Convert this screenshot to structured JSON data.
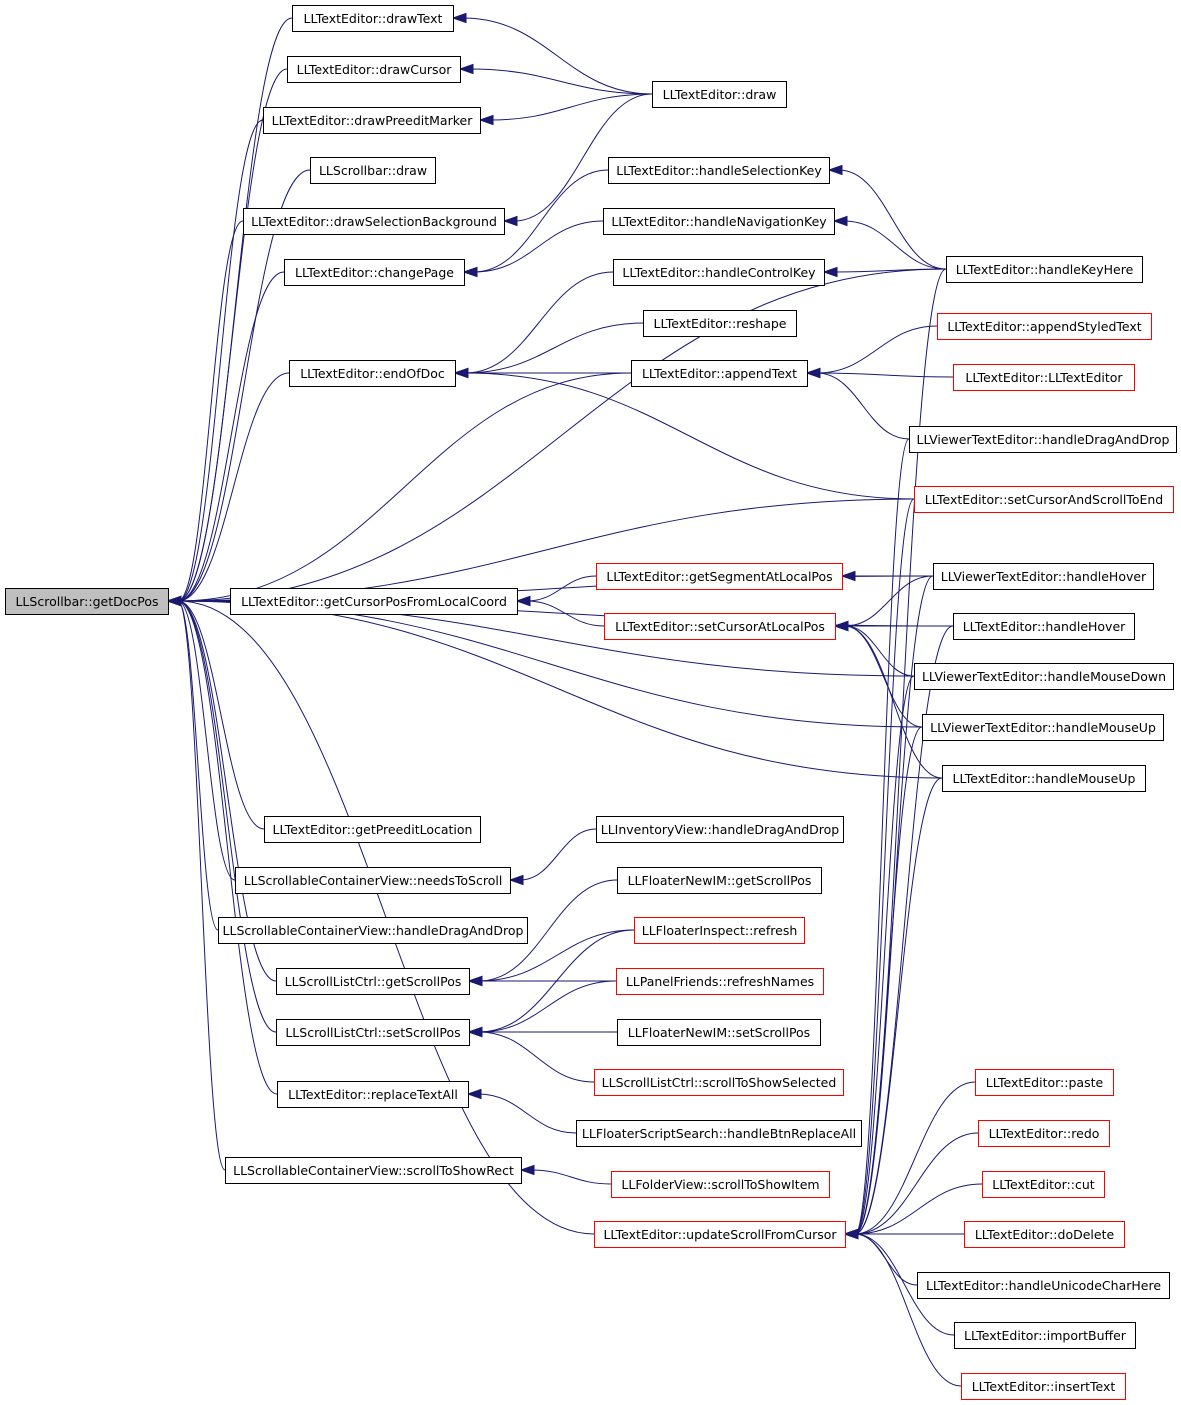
{
  "diagram": {
    "colors": {
      "edge": "#191970",
      "red_border": "#ff0000",
      "root_fill": "#bfbfbf"
    },
    "nodes": [
      {
        "id": "root",
        "label": "LLScrollbar::getDocPos",
        "style": "root"
      },
      {
        "id": "dT",
        "label": "LLTextEditor::drawText",
        "style": "black"
      },
      {
        "id": "dC",
        "label": "LLTextEditor::drawCursor",
        "style": "black"
      },
      {
        "id": "dPM",
        "label": "LLTextEditor::drawPreeditMarker",
        "style": "black"
      },
      {
        "id": "sbd",
        "label": "LLScrollbar::draw",
        "style": "black"
      },
      {
        "id": "dSB",
        "label": "LLTextEditor::drawSelectionBackground",
        "style": "black"
      },
      {
        "id": "cP",
        "label": "LLTextEditor::changePage",
        "style": "black"
      },
      {
        "id": "eOD",
        "label": "LLTextEditor::endOfDoc",
        "style": "black"
      },
      {
        "id": "gCP",
        "label": "LLTextEditor::getCursorPosFromLocalCoord",
        "style": "black"
      },
      {
        "id": "gPL",
        "label": "LLTextEditor::getPreeditLocation",
        "style": "black"
      },
      {
        "id": "nTS",
        "label": "LLScrollableContainerView::needsToScroll",
        "style": "black"
      },
      {
        "id": "sCVd",
        "label": "LLScrollableContainerView::handleDragAndDrop",
        "style": "black"
      },
      {
        "id": "gSP",
        "label": "LLScrollListCtrl::getScrollPos",
        "style": "black"
      },
      {
        "id": "sSP",
        "label": "LLScrollListCtrl::setScrollPos",
        "style": "black"
      },
      {
        "id": "rTA",
        "label": "LLTextEditor::replaceTextAll",
        "style": "black"
      },
      {
        "id": "sTSR",
        "label": "LLScrollableContainerView::scrollToShowRect",
        "style": "black"
      },
      {
        "id": "draw",
        "label": "LLTextEditor::draw",
        "style": "black"
      },
      {
        "id": "hSK",
        "label": "LLTextEditor::handleSelectionKey",
        "style": "black"
      },
      {
        "id": "hNK",
        "label": "LLTextEditor::handleNavigationKey",
        "style": "black"
      },
      {
        "id": "hCK",
        "label": "LLTextEditor::handleControlKey",
        "style": "black"
      },
      {
        "id": "rsh",
        "label": "LLTextEditor::reshape",
        "style": "black"
      },
      {
        "id": "aT",
        "label": "LLTextEditor::appendText",
        "style": "black"
      },
      {
        "id": "gSeg",
        "label": "LLTextEditor::getSegmentAtLocalPos",
        "style": "red"
      },
      {
        "id": "sCAL",
        "label": "LLTextEditor::setCursorAtLocalPos",
        "style": "red"
      },
      {
        "id": "iVD",
        "label": "LLInventoryView::handleDragAndDrop",
        "style": "black"
      },
      {
        "id": "fNgSP",
        "label": "LLFloaterNewIM::getScrollPos",
        "style": "black"
      },
      {
        "id": "fIr",
        "label": "LLFloaterInspect::refresh",
        "style": "red"
      },
      {
        "id": "pFr",
        "label": "LLPanelFriends::refreshNames",
        "style": "red"
      },
      {
        "id": "fNsSP",
        "label": "LLFloaterNewIM::setScrollPos",
        "style": "black"
      },
      {
        "id": "sLTS",
        "label": "LLScrollListCtrl::scrollToShowSelected",
        "style": "red"
      },
      {
        "id": "fSS",
        "label": "LLFloaterScriptSearch::handleBtnReplaceAll",
        "style": "black"
      },
      {
        "id": "fVs",
        "label": "LLFolderView::scrollToShowItem",
        "style": "red"
      },
      {
        "id": "uSFC",
        "label": "LLTextEditor::updateScrollFromCursor",
        "style": "red"
      },
      {
        "id": "hKH",
        "label": "LLTextEditor::handleKeyHere",
        "style": "black"
      },
      {
        "id": "aST",
        "label": "LLTextEditor::appendStyledText",
        "style": "red"
      },
      {
        "id": "cTE",
        "label": "LLTextEditor::LLTextEditor",
        "style": "red"
      },
      {
        "id": "vDD",
        "label": "LLViewerTextEditor::handleDragAndDrop",
        "style": "black"
      },
      {
        "id": "sCSE",
        "label": "LLTextEditor::setCursorAndScrollToEnd",
        "style": "red"
      },
      {
        "id": "vHH",
        "label": "LLViewerTextEditor::handleHover",
        "style": "black"
      },
      {
        "id": "tHH",
        "label": "LLTextEditor::handleHover",
        "style": "black"
      },
      {
        "id": "vMD",
        "label": "LLViewerTextEditor::handleMouseDown",
        "style": "black"
      },
      {
        "id": "vMU",
        "label": "LLViewerTextEditor::handleMouseUp",
        "style": "black"
      },
      {
        "id": "tMU",
        "label": "LLTextEditor::handleMouseUp",
        "style": "black"
      },
      {
        "id": "pst",
        "label": "LLTextEditor::paste",
        "style": "red"
      },
      {
        "id": "redo",
        "label": "LLTextEditor::redo",
        "style": "red"
      },
      {
        "id": "cut",
        "label": "LLTextEditor::cut",
        "style": "red"
      },
      {
        "id": "dDel",
        "label": "LLTextEditor::doDelete",
        "style": "red"
      },
      {
        "id": "hUC",
        "label": "LLTextEditor::handleUnicodeCharHere",
        "style": "black"
      },
      {
        "id": "iB",
        "label": "LLTextEditor::importBuffer",
        "style": "black"
      },
      {
        "id": "iT",
        "label": "LLTextEditor::insertText",
        "style": "red"
      }
    ],
    "edges": [
      {
        "caller": "dT",
        "callee": "root"
      },
      {
        "caller": "dC",
        "callee": "root"
      },
      {
        "caller": "dPM",
        "callee": "root"
      },
      {
        "caller": "sbd",
        "callee": "root"
      },
      {
        "caller": "dSB",
        "callee": "root"
      },
      {
        "caller": "cP",
        "callee": "root"
      },
      {
        "caller": "eOD",
        "callee": "root"
      },
      {
        "caller": "gCP",
        "callee": "root"
      },
      {
        "caller": "gPL",
        "callee": "root"
      },
      {
        "caller": "nTS",
        "callee": "root"
      },
      {
        "caller": "sCVd",
        "callee": "root"
      },
      {
        "caller": "gSP",
        "callee": "root"
      },
      {
        "caller": "sSP",
        "callee": "root"
      },
      {
        "caller": "rTA",
        "callee": "root"
      },
      {
        "caller": "sTSR",
        "callee": "root"
      },
      {
        "caller": "uSFC",
        "callee": "root"
      },
      {
        "caller": "aT",
        "callee": "root"
      },
      {
        "caller": "hKH",
        "callee": "root"
      },
      {
        "caller": "sCSE",
        "callee": "root"
      },
      {
        "caller": "vHH",
        "callee": "root"
      },
      {
        "caller": "tHH",
        "callee": "root"
      },
      {
        "caller": "vMD",
        "callee": "root"
      },
      {
        "caller": "vMU",
        "callee": "root"
      },
      {
        "caller": "tMU",
        "callee": "root"
      },
      {
        "caller": "draw",
        "callee": "dT"
      },
      {
        "caller": "draw",
        "callee": "dC"
      },
      {
        "caller": "draw",
        "callee": "dPM"
      },
      {
        "caller": "draw",
        "callee": "dSB"
      },
      {
        "caller": "hNK",
        "callee": "cP"
      },
      {
        "caller": "hSK",
        "callee": "cP"
      },
      {
        "caller": "hCK",
        "callee": "eOD"
      },
      {
        "caller": "rsh",
        "callee": "eOD"
      },
      {
        "caller": "aT",
        "callee": "eOD"
      },
      {
        "caller": "sCSE",
        "callee": "eOD"
      },
      {
        "caller": "gSeg",
        "callee": "gCP"
      },
      {
        "caller": "sCAL",
        "callee": "gCP"
      },
      {
        "caller": "iVD",
        "callee": "nTS"
      },
      {
        "caller": "fNgSP",
        "callee": "gSP"
      },
      {
        "caller": "fIr",
        "callee": "gSP"
      },
      {
        "caller": "pFr",
        "callee": "gSP"
      },
      {
        "caller": "fIr",
        "callee": "sSP"
      },
      {
        "caller": "pFr",
        "callee": "sSP"
      },
      {
        "caller": "fNsSP",
        "callee": "sSP"
      },
      {
        "caller": "sLTS",
        "callee": "sSP"
      },
      {
        "caller": "fSS",
        "callee": "rTA"
      },
      {
        "caller": "fVs",
        "callee": "sTSR"
      },
      {
        "caller": "hKH",
        "callee": "hSK"
      },
      {
        "caller": "hKH",
        "callee": "hNK"
      },
      {
        "caller": "hKH",
        "callee": "hCK"
      },
      {
        "caller": "aST",
        "callee": "aT"
      },
      {
        "caller": "cTE",
        "callee": "aT"
      },
      {
        "caller": "vDD",
        "callee": "aT"
      },
      {
        "caller": "vHH",
        "callee": "gSeg"
      },
      {
        "caller": "tHH",
        "callee": "sCAL"
      },
      {
        "caller": "vHH",
        "callee": "sCAL"
      },
      {
        "caller": "vMD",
        "callee": "sCAL"
      },
      {
        "caller": "vMU",
        "callee": "sCAL"
      },
      {
        "caller": "tMU",
        "callee": "sCAL"
      },
      {
        "caller": "pst",
        "callee": "uSFC"
      },
      {
        "caller": "redo",
        "callee": "uSFC"
      },
      {
        "caller": "cut",
        "callee": "uSFC"
      },
      {
        "caller": "dDel",
        "callee": "uSFC"
      },
      {
        "caller": "hUC",
        "callee": "uSFC"
      },
      {
        "caller": "iB",
        "callee": "uSFC"
      },
      {
        "caller": "iT",
        "callee": "uSFC"
      },
      {
        "caller": "hKH",
        "callee": "uSFC"
      },
      {
        "caller": "tMU",
        "callee": "uSFC"
      },
      {
        "caller": "vMU",
        "callee": "uSFC"
      },
      {
        "caller": "tHH",
        "callee": "uSFC"
      },
      {
        "caller": "vHH",
        "callee": "uSFC"
      },
      {
        "caller": "vMD",
        "callee": "uSFC"
      },
      {
        "caller": "vDD",
        "callee": "uSFC"
      },
      {
        "caller": "sCSE",
        "callee": "uSFC"
      }
    ]
  }
}
